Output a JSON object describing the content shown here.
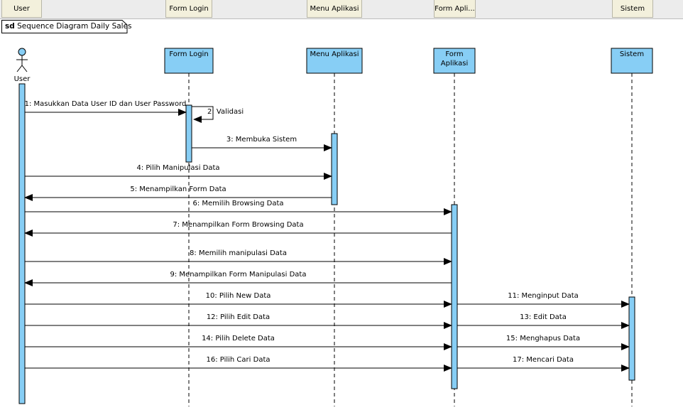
{
  "header_tabs": [
    "User",
    "Form Login",
    "Menu Aplikasi",
    "Form Apli...",
    "Sistem"
  ],
  "frame": {
    "keyword": "sd",
    "name": "Sequence Diagram Daily Sales"
  },
  "actor": {
    "name": "User"
  },
  "lifelines": [
    {
      "label": "Form Login",
      "lines": [
        "Form Login"
      ]
    },
    {
      "label": "Menu Aplikasi",
      "lines": [
        "Menu Aplikasi"
      ]
    },
    {
      "label": "Form Aplikasi",
      "lines": [
        "Form",
        "Aplikasi"
      ]
    },
    {
      "label": "Sistem",
      "lines": [
        "Sistem"
      ]
    }
  ],
  "messages": [
    {
      "text": "1: Masukkan Data User ID dan User Password",
      "from": "User",
      "to": "Form Login"
    },
    {
      "text": "2: Validasi",
      "from": "Form Login",
      "to": "Form Login"
    },
    {
      "text": "3: Membuka Sistem",
      "from": "Form Login",
      "to": "Menu Aplikasi"
    },
    {
      "text": "4: Pilih Manipulasi Data",
      "from": "User",
      "to": "Menu Aplikasi"
    },
    {
      "text": "5: Menampilkan Form Data",
      "from": "Menu Aplikasi",
      "to": "User"
    },
    {
      "text": "6: Memilih Browsing Data",
      "from": "User",
      "to": "Form Aplikasi"
    },
    {
      "text": "7: Menampilkan Form Browsing Data",
      "from": "Form Aplikasi",
      "to": "User"
    },
    {
      "text": "8: Memilih manipulasi Data",
      "from": "User",
      "to": "Form Aplikasi"
    },
    {
      "text": "9: Menampilkan Form Manipulasi Data",
      "from": "Form Aplikasi",
      "to": "User"
    },
    {
      "text": "10: Pilih New Data",
      "from": "User",
      "to": "Form Aplikasi"
    },
    {
      "text": "11: Menginput Data",
      "from": "Form Aplikasi",
      "to": "Sistem"
    },
    {
      "text": "12: Pilih Edit Data",
      "from": "User",
      "to": "Form Aplikasi"
    },
    {
      "text": "13: Edit Data",
      "from": "Form Aplikasi",
      "to": "Sistem"
    },
    {
      "text": "14: Pilih Delete Data",
      "from": "User",
      "to": "Form Aplikasi"
    },
    {
      "text": "15: Menghapus Data",
      "from": "Form Aplikasi",
      "to": "Sistem"
    },
    {
      "text": "16: Pilih Cari Data",
      "from": "User",
      "to": "Form Aplikasi"
    },
    {
      "text": "17: Mencari Data",
      "from": "Form Aplikasi",
      "to": "Sistem"
    }
  ],
  "colors": {
    "lifeline_box": "#87cef5",
    "activation": "#87cef5",
    "header_tab": "#f3f0dc"
  }
}
